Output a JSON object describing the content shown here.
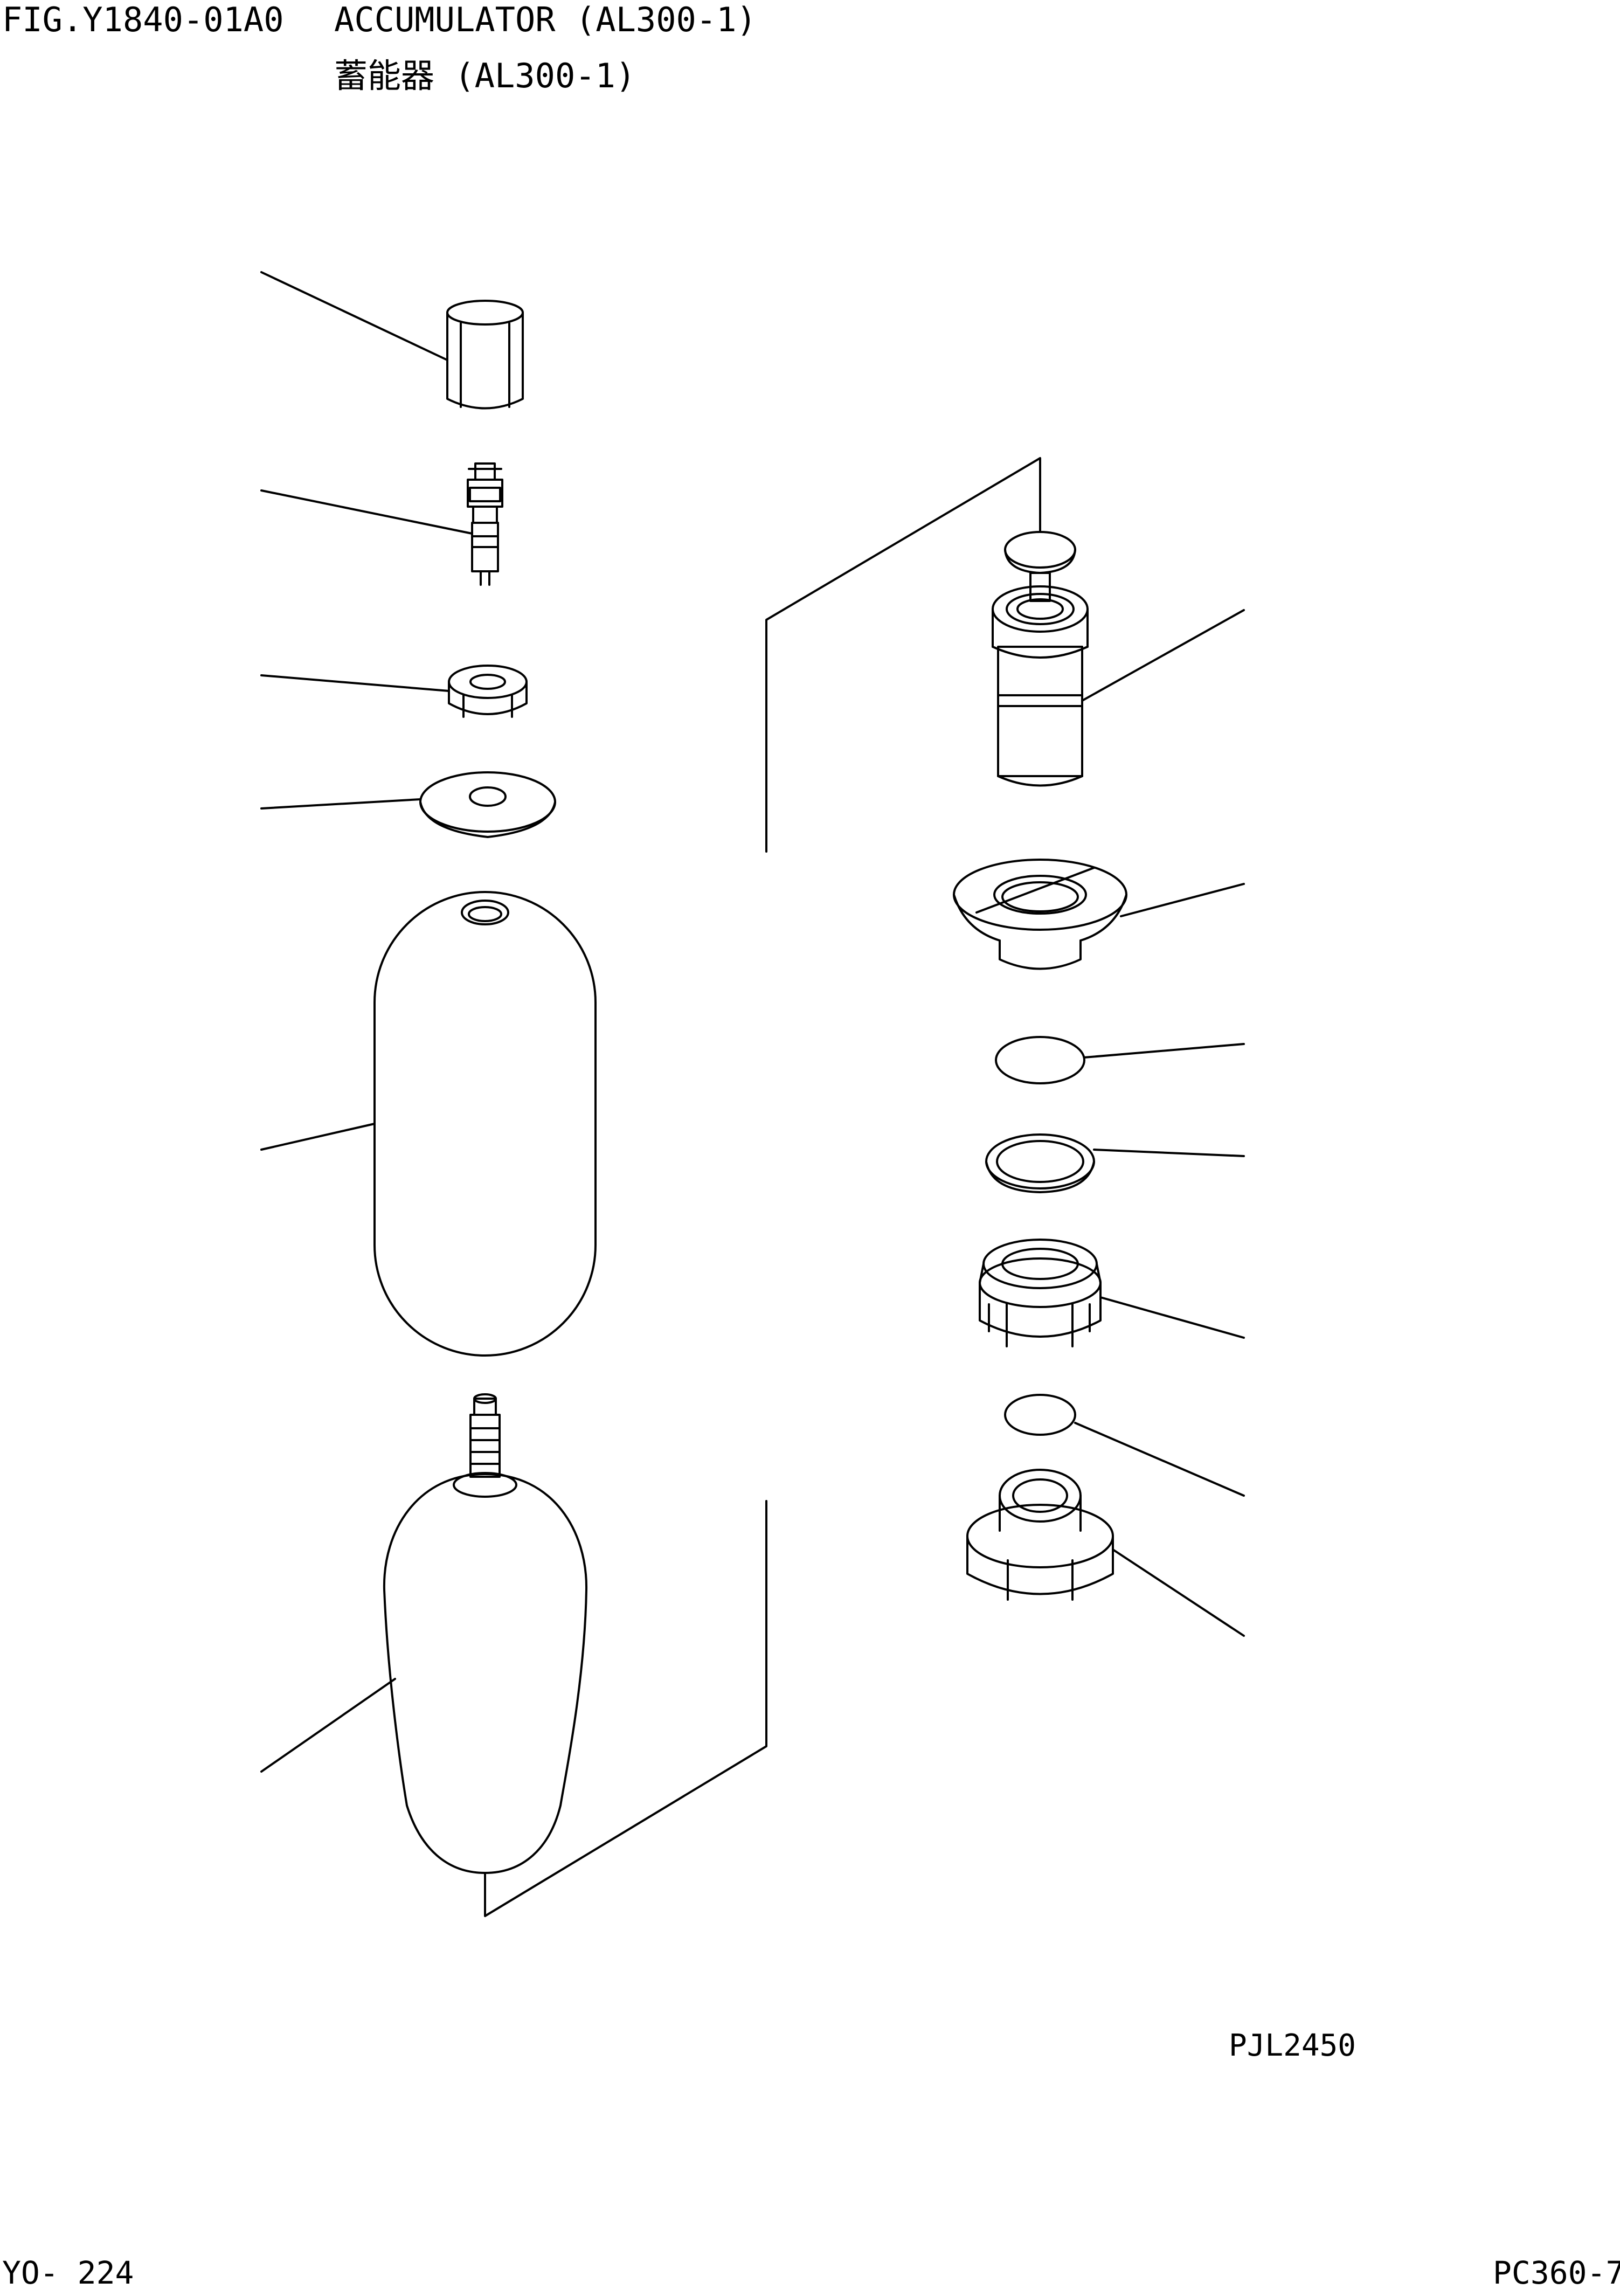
{
  "header": {
    "figure_number": "FIG.Y1840-01A0",
    "title_en": "ACCUMULATOR (AL300-1)",
    "title_jp": "蓄能器 (AL300-1)"
  },
  "drawing": {
    "code": "PJL2450",
    "line_color": "#000000",
    "background": "#ffffff",
    "parts_left": [
      "cap-icon",
      "gas-valve-icon",
      "nut-icon",
      "washer-icon",
      "bladder-icon",
      "bladder-with-valve-icon"
    ],
    "parts_right": [
      "poppet-valve-icon",
      "retainer-cone-icon",
      "o-ring-icon",
      "backup-ring-icon",
      "lock-nut-icon",
      "o-ring-small-icon",
      "plug-icon"
    ]
  },
  "footer": {
    "page": "YO- 224",
    "model": "PC360-7"
  }
}
